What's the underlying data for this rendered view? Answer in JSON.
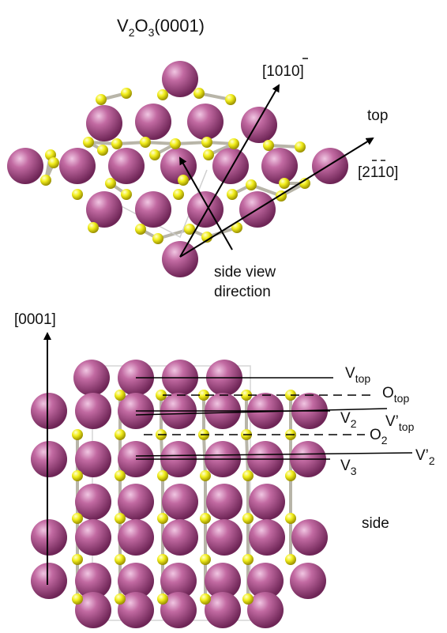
{
  "title": {
    "main_prefix": "V",
    "main_sub1": "2",
    "main_mid": "O",
    "main_sub2": "3",
    "main_suffix": "(0001)"
  },
  "top_view": {
    "direction_1010": "[1010]",
    "direction_2110": "[2110]",
    "panel_label": "top",
    "side_view_line1": "side view",
    "side_view_line2": "direction"
  },
  "side_view": {
    "axis_label": "[0001]",
    "panel_label": "side",
    "layers": [
      {
        "base": "V",
        "sub": "top"
      },
      {
        "base": "O",
        "sub": "top"
      },
      {
        "base": "V",
        "sub": "2"
      },
      {
        "base": "V’",
        "sub": "top"
      },
      {
        "base": "O",
        "sub": "2"
      },
      {
        "base": "V’",
        "sub": "2"
      },
      {
        "base": "V",
        "sub": "3"
      }
    ]
  },
  "colors": {
    "vanadium_atom": "#b2558f",
    "oxygen_atom": "#f2f21a",
    "bond": "#b8b5a8",
    "arrow": "#000000"
  }
}
